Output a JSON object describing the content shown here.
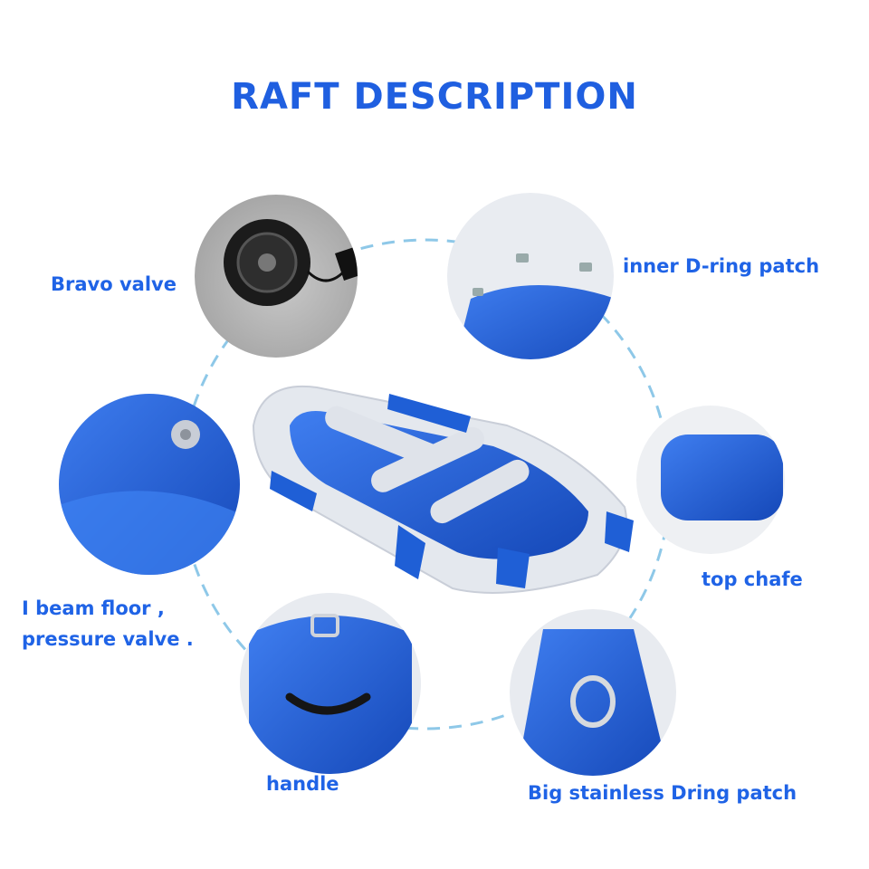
{
  "title": "RAFT DESCRIPTION",
  "labels": {
    "bravo_valve": "Bravo valve",
    "inner_dring": "inner D-ring patch",
    "top_chafe": "top chafe",
    "ibeam_line1": "I beam floor ,",
    "ibeam_line2": "pressure valve .",
    "handle": "handle",
    "big_dring": "Big stainless Dring patch"
  },
  "colors": {
    "brand_blue": "#1f63e6",
    "raft_blue": "#1f5fd6",
    "raft_grey": "#e4e8ee",
    "dash_ring": "#8ec8e8"
  }
}
